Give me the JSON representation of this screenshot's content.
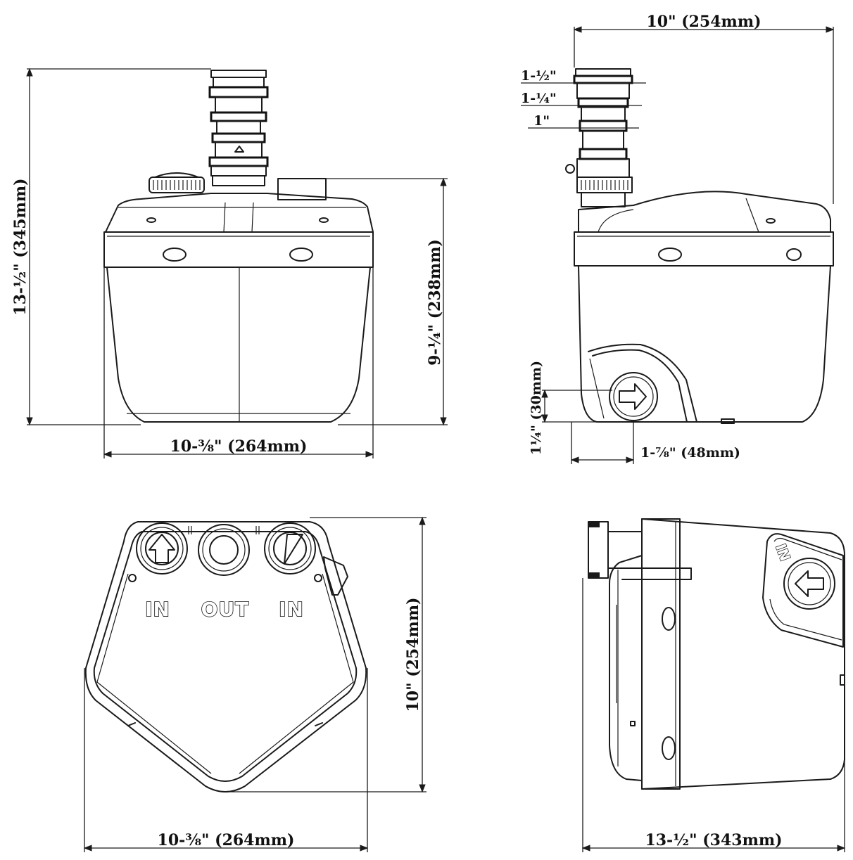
{
  "front_view": {
    "height_total": "13-½\" (345mm)",
    "height_body": "9-¼\" (238mm)",
    "width": "10-⅜\" (264mm)"
  },
  "side_view": {
    "width": "10\" (254mm)",
    "outlet_sizes": [
      "1-½\"",
      "1-¼\"",
      "1\""
    ],
    "inlet_height": "1¼\" (30mm)",
    "inlet_offset": "1-⅞\" (48mm)"
  },
  "top_view": {
    "port_labels": [
      "IN",
      "OUT",
      "IN"
    ],
    "depth": "10\" (254mm)",
    "width": "10-⅜\" (264mm)"
  },
  "end_view": {
    "port_label": "IN",
    "length": "13-½\" (343mm)"
  }
}
